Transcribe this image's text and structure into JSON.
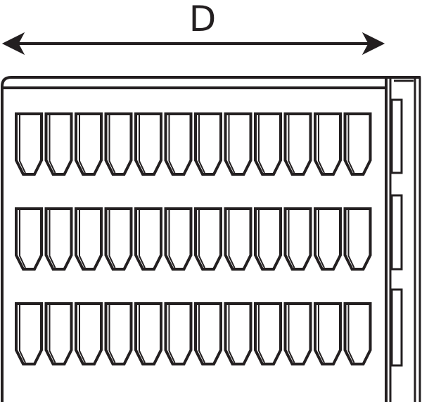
{
  "dimension": {
    "label": "D"
  },
  "tray": {
    "rows": 3,
    "columns": 12,
    "side_tabs": 3
  },
  "colors": {
    "stroke": "#231f20",
    "background": "#ffffff"
  }
}
